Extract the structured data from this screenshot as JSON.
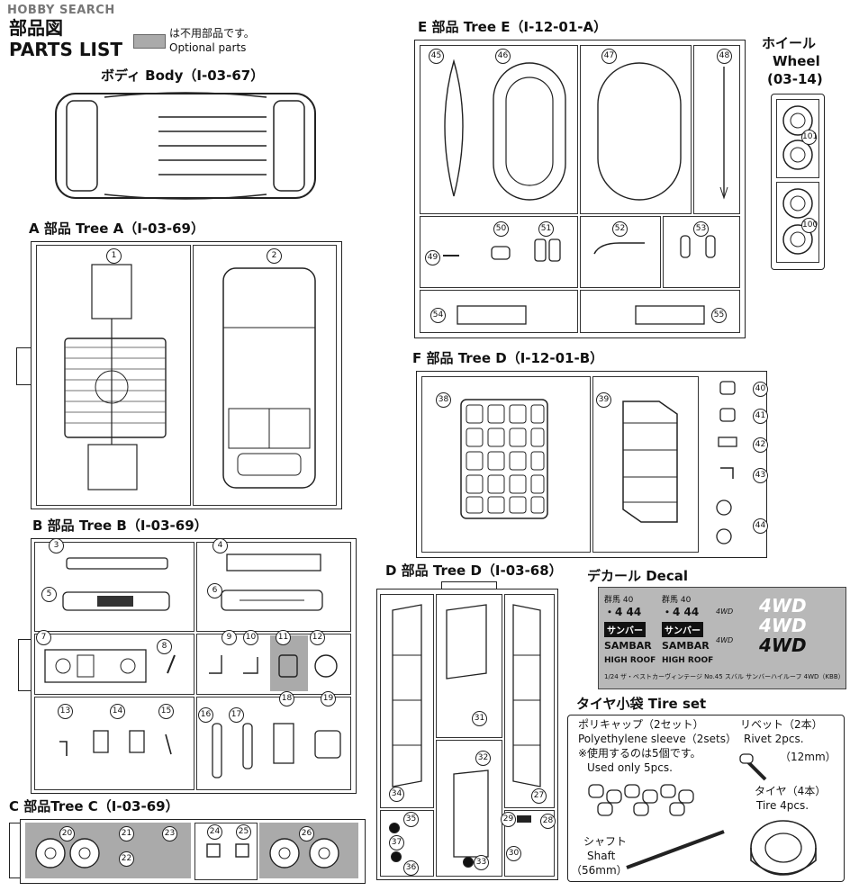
{
  "watermark": "HOBBY SEARCH",
  "header": {
    "title_jp": "部品図",
    "title_en": "PARTS LIST",
    "legend_jp": "は不用部品です。",
    "legend_en": "Optional parts"
  },
  "body_section": {
    "label": "ボディ Body（I-03-67）"
  },
  "trees": {
    "a": {
      "label": "A 部品 Tree A（I-03-69）",
      "parts": [
        "1",
        "2"
      ]
    },
    "b": {
      "label": "B 部品 Tree B（I-03-69）",
      "parts": [
        "3",
        "4",
        "5",
        "6",
        "7",
        "8",
        "9",
        "10",
        "11",
        "12",
        "13",
        "14",
        "15",
        "16",
        "17",
        "18",
        "19"
      ]
    },
    "c": {
      "label": "C 部品Tree C（I-03-69）",
      "parts": [
        "20",
        "21",
        "22",
        "23",
        "24",
        "25",
        "26"
      ]
    },
    "d": {
      "label": "D 部品 Tree D（I-03-68）",
      "parts": [
        "27",
        "28",
        "29",
        "30",
        "31",
        "32",
        "33",
        "34",
        "35",
        "36",
        "37"
      ]
    },
    "e": {
      "label": "E 部品 Tree E（I-12-01-A）",
      "parts": [
        "45",
        "46",
        "47",
        "48",
        "49",
        "50",
        "51",
        "52",
        "53",
        "54",
        "55"
      ]
    },
    "f": {
      "label": "F 部品 Tree D（I-12-01-B）",
      "parts": [
        "38",
        "39",
        "40",
        "41",
        "42",
        "43",
        "44"
      ]
    }
  },
  "wheel": {
    "label_jp": "ホイール",
    "label_en": "Wheel",
    "code": "(03-14)",
    "parts": [
      "101",
      "100"
    ]
  },
  "decal": {
    "label": "デカール Decal",
    "items": [
      "群馬 40",
      "・4 44",
      "サンバー",
      "SAMBAR",
      "HIGH ROOF",
      "4WD"
    ],
    "caption": "1/24 ザ・ベストカーヴィンテージ No.45 スバル サンバーハイルーフ 4WD（KBB）"
  },
  "tire_set": {
    "label": "タイヤ小袋 Tire set",
    "polycap_jp": "ポリキャップ（2セット）",
    "polycap_en": "Polyethylene sleeve（2sets）",
    "polycap_note_jp": "※使用するのは5個です。",
    "polycap_note_en": "Used only 5pcs.",
    "rivet_jp": "リベット（2本）",
    "rivet_en": "Rivet 2pcs.",
    "rivet_size": "（12mm）",
    "tire_jp": "タイヤ（4本）",
    "tire_en": "Tire 4pcs.",
    "shaft_jp": "シャフト",
    "shaft_en": "Shaft",
    "shaft_size": "（56mm）"
  },
  "colors": {
    "optional_shade": "#aaaaaa",
    "line": "#222222"
  }
}
